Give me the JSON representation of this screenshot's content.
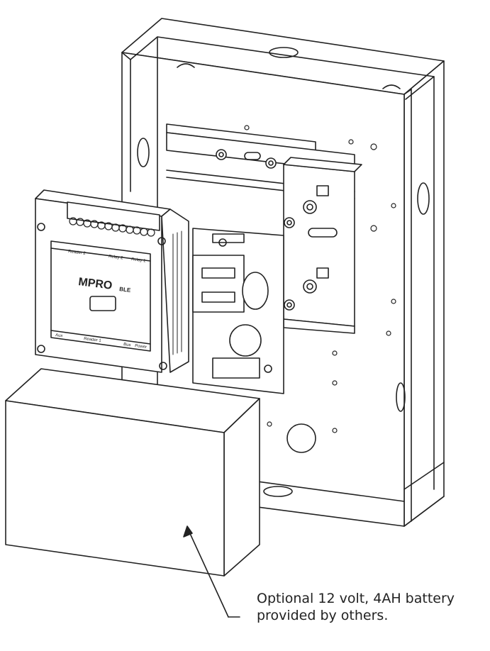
{
  "module": {
    "brand": "MPRO",
    "model_suffix": "BLE",
    "label_top_left": "Reader 2",
    "label_top_mid": "Relay 2",
    "label_top_right": "Relay 1",
    "label_bottom_left": "Aux",
    "label_bottom_mid": "Reader 1",
    "label_bottom_r1": "Bus",
    "label_bottom_r2": "Power"
  },
  "callout": {
    "line1": "Optional 12 volt, 4AH battery",
    "line2": "provided by others."
  },
  "colors": {
    "line": "#222222",
    "background": "#ffffff"
  }
}
